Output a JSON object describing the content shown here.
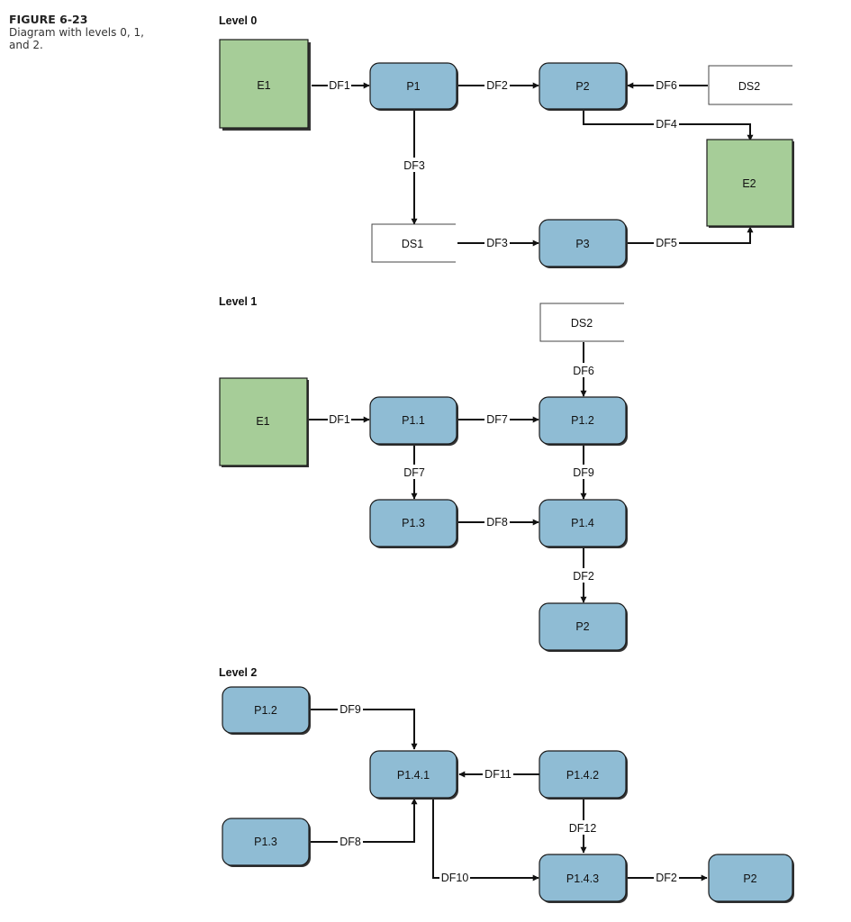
{
  "figure": {
    "title": "FIGURE 6-23",
    "description": "Diagram with levels 0, 1, and 2."
  },
  "level0": {
    "heading": "Level 0",
    "nodes": {
      "e1": "E1",
      "p1": "P1",
      "p2": "P2",
      "p3": "P3",
      "ds2": "DS2",
      "ds1": "DS1",
      "e2": "E2"
    },
    "flows": {
      "df1": "DF1",
      "df2": "DF2",
      "df6": "DF6",
      "df4": "DF4",
      "df3_down": "DF3",
      "df3_right": "DF3",
      "df5": "DF5"
    }
  },
  "level1": {
    "heading": "Level 1",
    "nodes": {
      "ds2": "DS2",
      "e1": "E1",
      "p11": "P1.1",
      "p12": "P1.2",
      "p13": "P1.3",
      "p14": "P1.4",
      "p2": "P2"
    },
    "flows": {
      "df6": "DF6",
      "df1": "DF1",
      "df7_right": "DF7",
      "df7_down": "DF7",
      "df9": "DF9",
      "df8": "DF8",
      "df2": "DF2"
    }
  },
  "level2": {
    "heading": "Level 2",
    "nodes": {
      "p12": "P1.2",
      "p141": "P1.4.1",
      "p142": "P1.4.2",
      "p13": "P1.3",
      "p143": "P1.4.3",
      "p2": "P2"
    },
    "flows": {
      "df9": "DF9",
      "df11": "DF11",
      "df8": "DF8",
      "df12": "DF12",
      "df10": "DF10",
      "df2": "DF2"
    }
  }
}
